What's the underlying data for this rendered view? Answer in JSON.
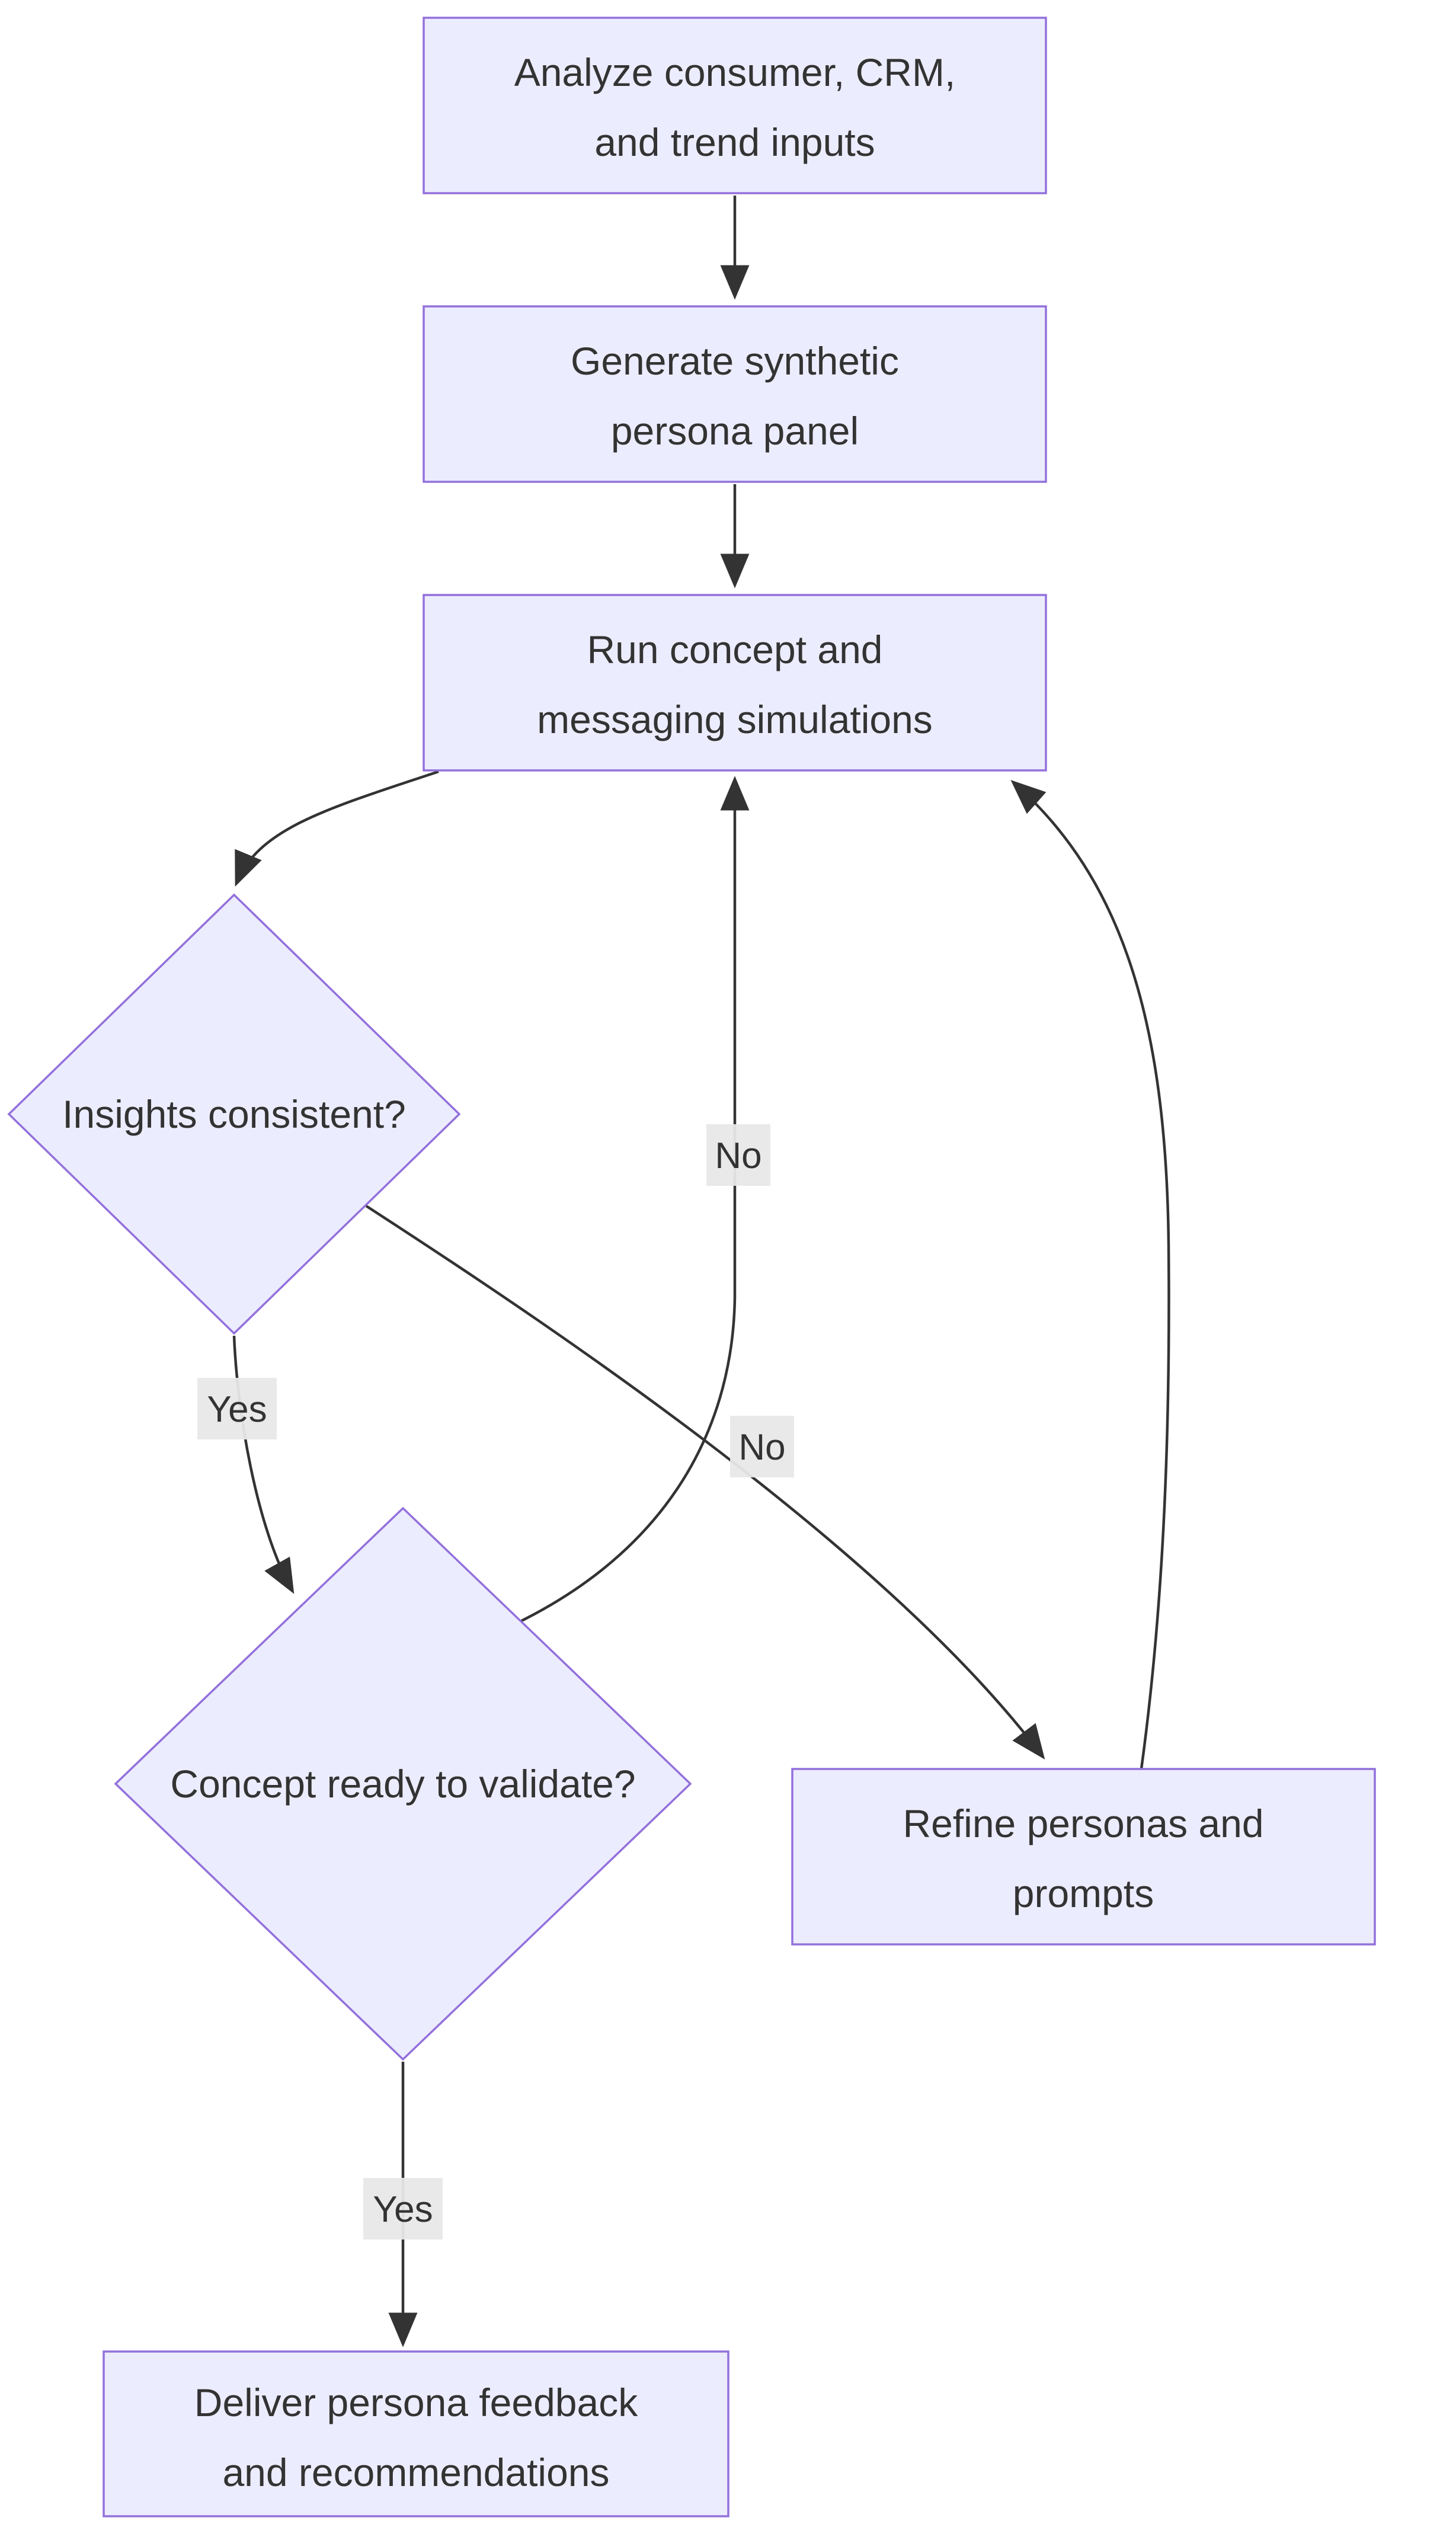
{
  "diagram": {
    "type": "flowchart",
    "direction": "top-down",
    "colors": {
      "node_fill": "#ECECFF",
      "node_border": "#9370DB",
      "edge": "#333333",
      "text": "#333333",
      "edge_label_bg": "#E8E8E8"
    },
    "nodes": {
      "analyze": {
        "shape": "rect",
        "line1": "Analyze consumer, CRM,",
        "line2": "and trend inputs"
      },
      "generate": {
        "shape": "rect",
        "line1": "Generate synthetic",
        "line2": "persona panel"
      },
      "run": {
        "shape": "rect",
        "line1": "Run concept and",
        "line2": "messaging simulations"
      },
      "insights": {
        "shape": "diamond",
        "line1": "Insights consistent?"
      },
      "concept": {
        "shape": "diamond",
        "line1": "Concept ready to validate?"
      },
      "refine": {
        "shape": "rect",
        "line1": "Refine personas and",
        "line2": "prompts"
      },
      "deliver": {
        "shape": "rect",
        "line1": "Deliver persona feedback",
        "line2": "and recommendations"
      }
    },
    "edges": {
      "analyze_to_generate": {
        "label": ""
      },
      "generate_to_run": {
        "label": ""
      },
      "run_to_insights": {
        "label": ""
      },
      "insights_to_concept": {
        "label": "Yes"
      },
      "insights_to_refine": {
        "label": "No"
      },
      "concept_to_run": {
        "label": "No"
      },
      "concept_to_deliver": {
        "label": "Yes"
      },
      "refine_to_run": {
        "label": ""
      }
    }
  }
}
